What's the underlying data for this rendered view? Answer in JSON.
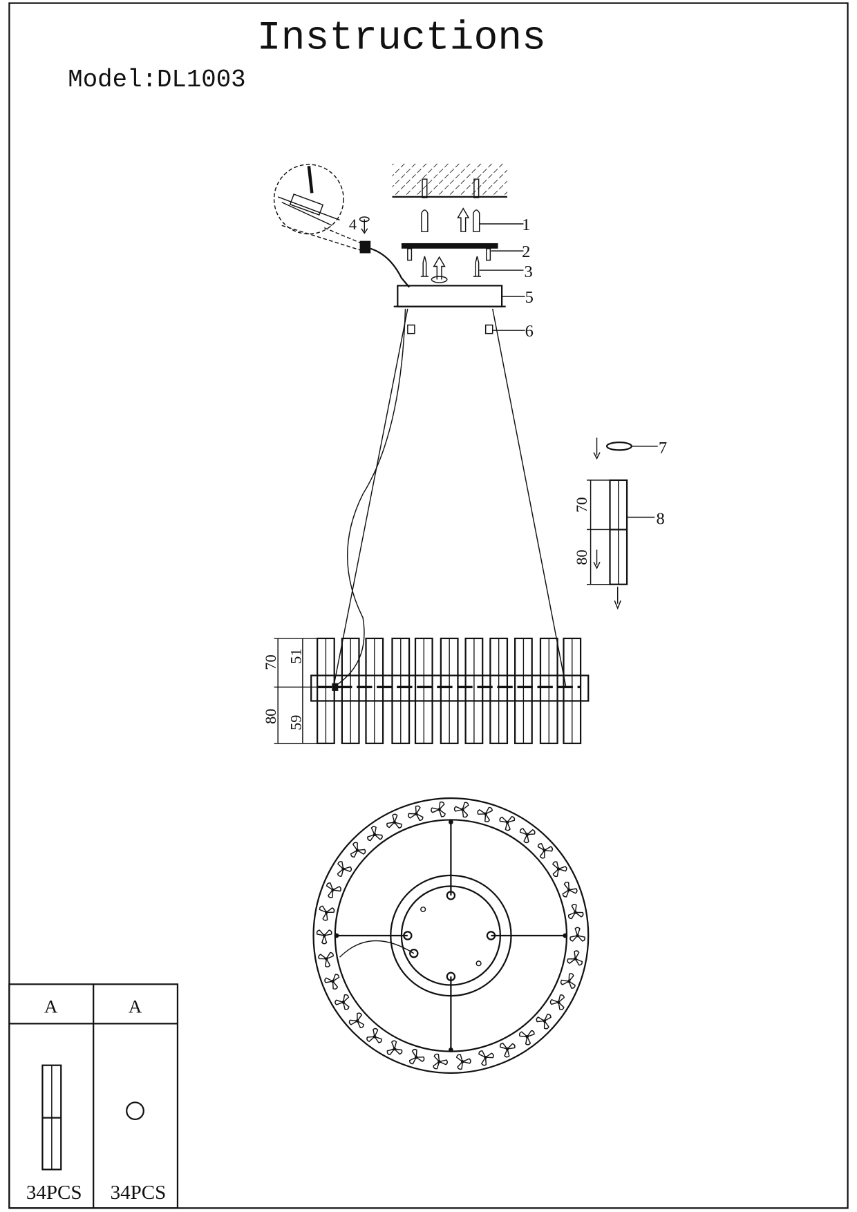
{
  "document": {
    "title": "Instructions",
    "model": "Model:DL1003"
  },
  "callouts": [
    "1",
    "2",
    "3",
    "4",
    "5",
    "6",
    "7",
    "8"
  ],
  "dimensions": {
    "side_upper_total": "70",
    "side_lower_total": "80",
    "side_upper_inner": "51",
    "side_lower_inner": "59",
    "part8_upper": "70",
    "part8_lower": "80"
  },
  "parts_table": {
    "columns": [
      {
        "header": "A",
        "item_icon": "crystal-pendant-icon",
        "quantity": "34PCS"
      },
      {
        "header": "A",
        "item_icon": "ring-icon",
        "quantity": "34PCS"
      }
    ]
  },
  "crystal_count": 34
}
